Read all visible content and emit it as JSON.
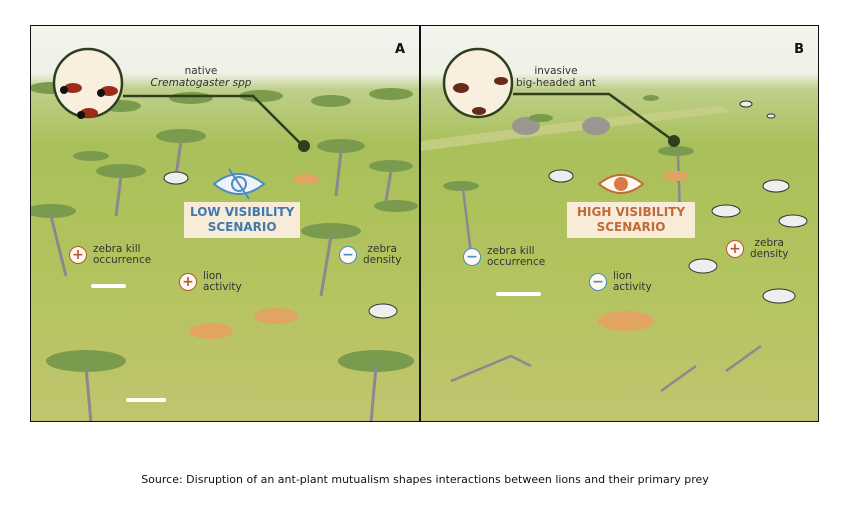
{
  "panels": [
    {
      "letter": "A",
      "ant_label_line1": "native",
      "ant_label_line2": "Crematogaster spp",
      "scenario_line1": "LOW VISIBILITY",
      "scenario_line2": "SCENARIO",
      "scenario_color": "#3f79b0",
      "effects": [
        {
          "sign": "+",
          "line1": "zebra kill",
          "line2": "occurrence"
        },
        {
          "sign": "+",
          "line1": "lion",
          "line2": "activity"
        },
        {
          "sign": "−",
          "line1": "zebra",
          "line2": "density"
        }
      ]
    },
    {
      "letter": "B",
      "ant_label_line1": "invasive",
      "ant_label_line2": "big-headed ant",
      "scenario_line1": "HIGH VISIBILITY",
      "scenario_line2": "SCENARIO",
      "scenario_color": "#c0693a",
      "effects": [
        {
          "sign": "−",
          "line1": "zebra kill",
          "line2": "occurrence"
        },
        {
          "sign": "−",
          "line1": "lion",
          "line2": "activity"
        },
        {
          "sign": "+",
          "line1": "zebra",
          "line2": "density"
        }
      ]
    }
  ],
  "caption": "Source: Disruption of an ant-plant mutualism shapes interactions between lions and their primary prey"
}
